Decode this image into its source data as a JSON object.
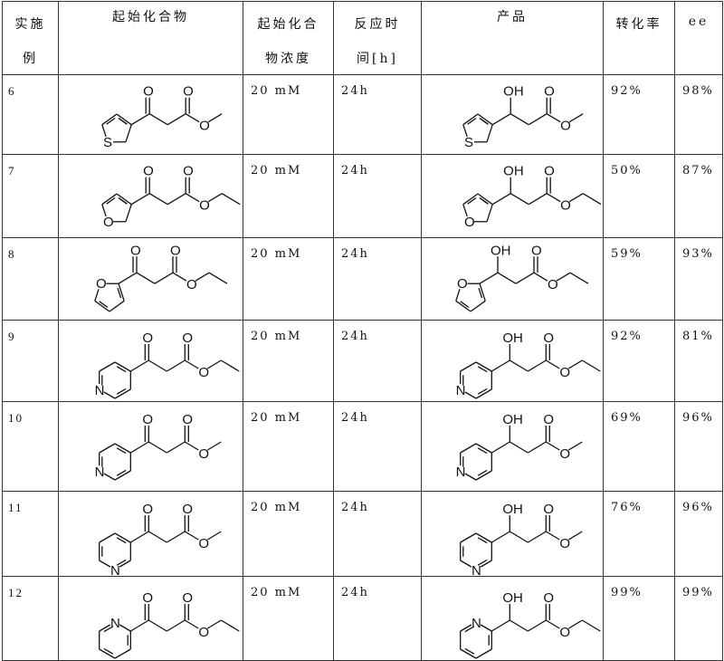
{
  "table": {
    "headers": {
      "example": [
        "实施",
        "例"
      ],
      "starting_compound": "起始化合物",
      "concentration": [
        "起始化合",
        "物浓度"
      ],
      "reaction_time": [
        "反应时",
        "间[h]"
      ],
      "product": "产品",
      "conversion": "转化率",
      "ee": "ee"
    },
    "rows": [
      {
        "example": "6",
        "substrate": "methyl 3-oxo-3-(thiophen-3-yl)propanoate",
        "concentration": "20 mM",
        "time": "24h",
        "product": "methyl 3-hydroxy-3-(thiophen-3-yl)propanoate",
        "conversion": "92%",
        "ee": "98%"
      },
      {
        "example": "7",
        "substrate": "ethyl 3-(furan-3-yl)-3-oxopropanoate",
        "concentration": "20 mM",
        "time": "24h",
        "product": "ethyl 3-(furan-3-yl)-3-hydroxypropanoate",
        "conversion": "50%",
        "ee": "87%"
      },
      {
        "example": "8",
        "substrate": "ethyl 3-(furan-2-yl)-3-oxopropanoate",
        "concentration": "20 mM",
        "time": "24h",
        "product": "ethyl 3-(furan-2-yl)-3-hydroxypropanoate",
        "conversion": "59%",
        "ee": "93%"
      },
      {
        "example": "9",
        "substrate": "ethyl 3-oxo-3-(pyridin-4-yl)propanoate",
        "concentration": "20 mM",
        "time": "24h",
        "product": "ethyl 3-hydroxy-3-(pyridin-4-yl)propanoate",
        "conversion": "92%",
        "ee": "81%"
      },
      {
        "example": "10",
        "substrate": "methyl 3-oxo-3-(pyridin-4-yl)propanoate",
        "concentration": "20 mM",
        "time": "24h",
        "product": "methyl 3-hydroxy-3-(pyridin-4-yl)propanoate",
        "conversion": "69%",
        "ee": "96%"
      },
      {
        "example": "11",
        "substrate": "methyl 3-oxo-3-(pyridin-3-yl)propanoate",
        "concentration": "20 mM",
        "time": "24h",
        "product": "methyl 3-hydroxy-3-(pyridin-3-yl)propanoate",
        "conversion": "76%",
        "ee": "96%"
      },
      {
        "example": "12",
        "substrate": "ethyl 3-oxo-3-(pyridin-2-yl)propanoate",
        "concentration": "20 mM",
        "time": "24h",
        "product": "ethyl 3-hydroxy-3-(pyridin-2-yl)propanoate",
        "conversion": "99%",
        "ee": "99%"
      }
    ]
  },
  "atoms": {
    "O": "O",
    "OH": "OH",
    "S": "S",
    "N": "N"
  }
}
